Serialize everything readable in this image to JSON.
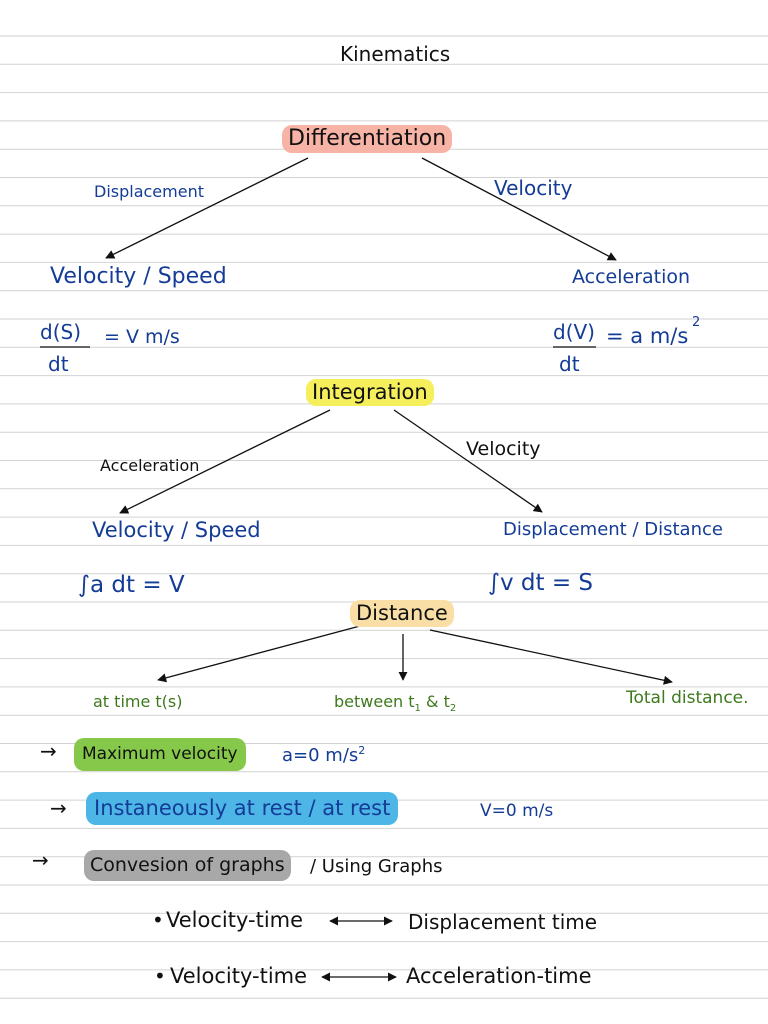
{
  "title": "Kinematics",
  "differentiation": {
    "heading": "Differentiation",
    "heading_color": "#f7b3a5",
    "left_branch": "Displacement",
    "right_branch": "Velocity",
    "left_result": "Velocity / Speed",
    "right_result": "Acceleration",
    "left_formula": {
      "numerator": "d(S)",
      "denominator": "dt",
      "rhs": "= V m/s"
    },
    "right_formula": {
      "numerator": "d(V)",
      "denominator": "dt",
      "rhs": "= a m/s",
      "exponent": "2"
    }
  },
  "integration": {
    "heading": "Integration",
    "heading_color": "#f5ef5c",
    "left_branch": "Acceleration",
    "right_branch": "Velocity",
    "left_result": "Velocity / Speed",
    "right_result": "Displacement / Distance",
    "left_formula": "∫a dt = V",
    "right_formula": "∫v dt = S"
  },
  "distance": {
    "heading": "Distance",
    "heading_color": "#f9dfa6",
    "items": [
      {
        "label": "at time t(s)"
      },
      {
        "label": "between t",
        "sub1": "1",
        "mid": " & t",
        "sub2": "2"
      },
      {
        "label": "Total distance."
      }
    ]
  },
  "notes": [
    {
      "text": "Maximum velocity",
      "highlight": "#86c84a",
      "extra": "a=0 m/s",
      "extra_exp": "2"
    },
    {
      "text": "Instaneously at rest / at rest",
      "highlight": "#4db6e6",
      "extra": "V=0 m/s"
    },
    {
      "text": "Convesion of graphs",
      "highlight": "#a8a8a8",
      "tail": "/ Using Graphs"
    }
  ],
  "graph_pairs": [
    {
      "left": "Velocity-time",
      "right": "Displacement time"
    },
    {
      "left": "Velocity-time",
      "right": "Acceleration-time"
    }
  ],
  "bullet": "•",
  "arrow": "→",
  "colors": {
    "ruled_line": "#d2d2d2",
    "ink_blue": "#143c96",
    "ink_green": "#3e7a1c",
    "ink_black": "#111111"
  }
}
